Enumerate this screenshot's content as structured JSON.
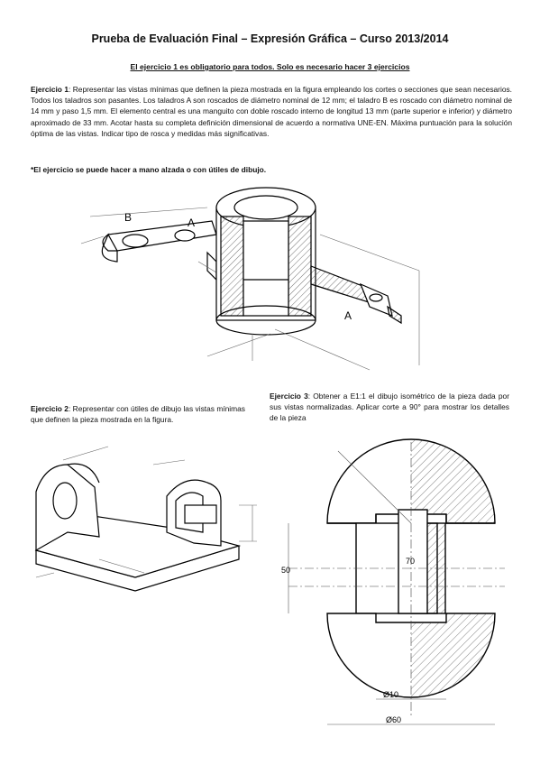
{
  "header": {
    "title": "Prueba de Evaluación Final – Expresión Gráfica – Curso 2013/2014",
    "subtitle": "El ejercicio 1 es obligatorio para todos. Solo es necesario hacer 3 ejercicios"
  },
  "ex1": {
    "label": "Ejercicio 1",
    "text": ": Representar las vistas mínimas que definen la pieza mostrada en la figura empleando los cortes o secciones que sean necesarios. Todos los taladros son pasantes. Los taladros A son roscados de diámetro nominal de 12 mm; el taladro B es roscado con diámetro nominal de 14 mm y paso 1,5 mm. El elemento central es una manguito con doble roscado interno de longitud 13 mm (parte superior e inferior) y diámetro aproximado de 33 mm. Acotar hasta su completa definición dimensional de acuerdo a normativa UNE-EN. Máxima puntuación para la solución óptima de las vistas. Indicar tipo de rosca y medidas más significativas.",
    "note": "*El ejercicio se puede hacer a mano alzada o con útiles de dibujo.",
    "fig": {
      "label_b": "B",
      "label_a1": "A",
      "label_a2": "A"
    }
  },
  "ex2": {
    "label": "Ejercicio 2",
    "text": ": Representar con útiles de dibujo las vistas mínimas que definen la pieza mostrada en la figura."
  },
  "ex3": {
    "label": "Ejercicio 3",
    "text": ": Obtener a E1:1 el dibujo isométrico de la pieza dada por sus vistas normalizadas. Aplicar corte a 90° para mostrar los detalles de la pieza",
    "fig": {
      "dim_phi10": "Ø10",
      "dim_phi60": "Ø60",
      "dim_50": "50",
      "dim_70": "70"
    }
  }
}
